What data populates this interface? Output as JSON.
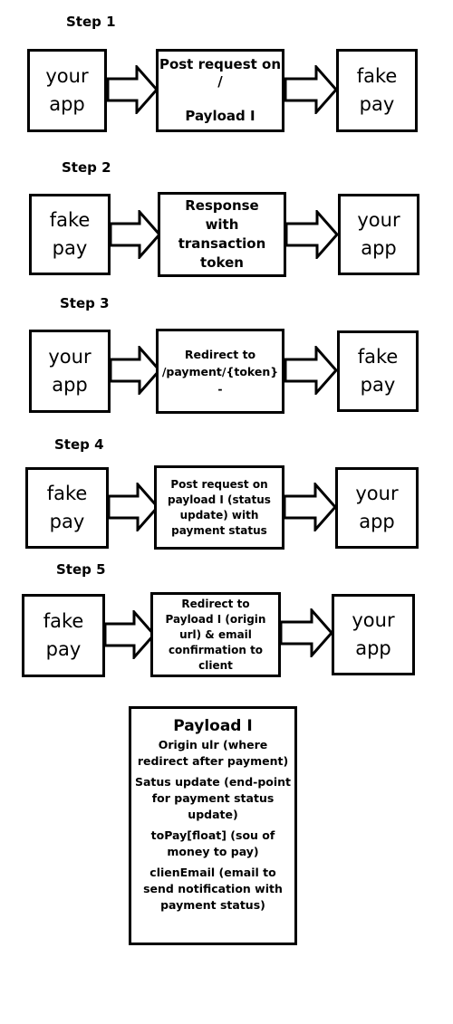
{
  "steps": [
    {
      "label": "Step 1",
      "left": "your app",
      "middle": "Post request on /\n\nPayload I",
      "right": "fake pay"
    },
    {
      "label": "Step 2",
      "left": "fake pay",
      "middle": "Response with transaction token",
      "right": "your app"
    },
    {
      "label": "Step 3",
      "left": "your app",
      "middle": "Redirect to\n/payment/{token}\n-",
      "right": "fake pay"
    },
    {
      "label": "Step 4",
      "left": "fake pay",
      "middle": "Post request on payload I (status update) with payment status",
      "right": "your app"
    },
    {
      "label": "Step 5",
      "left": "fake pay",
      "middle": "Redirect to Payload I (origin url) & email confirmation to client",
      "right": "your app"
    }
  ],
  "payload": {
    "title": "Payload I",
    "items": [
      "Origin ulr (where redirect after payment)",
      "Satus update (end-point for payment status update)",
      "toPay[float] (sou of money to pay)",
      "clienEmail (email to send notification with payment status)"
    ]
  }
}
